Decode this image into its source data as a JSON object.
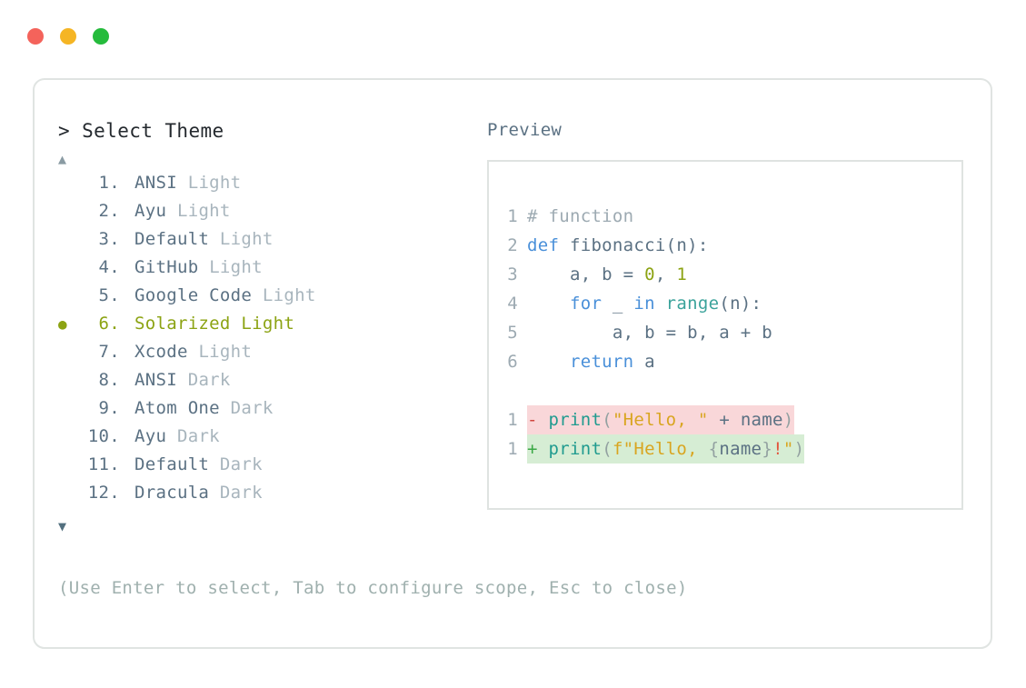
{
  "window": {
    "traffic_lights": [
      {
        "name": "close-button",
        "color": "#f4635b"
      },
      {
        "name": "minimize-button",
        "color": "#f5b524"
      },
      {
        "name": "maximize-button",
        "color": "#25bb3c"
      }
    ]
  },
  "left": {
    "prompt": "> Select Theme",
    "scroll_up_icon": "▲",
    "scroll_down_icon": "▼",
    "selected_index": 6,
    "bullet_glyph": "●",
    "items": [
      {
        "num": "1.",
        "name": "ANSI",
        "variant": "Light",
        "selected": false
      },
      {
        "num": "2.",
        "name": "Ayu",
        "variant": "Light",
        "selected": false
      },
      {
        "num": "3.",
        "name": "Default",
        "variant": "Light",
        "selected": false
      },
      {
        "num": "4.",
        "name": "GitHub",
        "variant": "Light",
        "selected": false
      },
      {
        "num": "5.",
        "name": "Google Code",
        "variant": "Light",
        "selected": false
      },
      {
        "num": "6.",
        "name": "Solarized",
        "variant": "Light",
        "selected": true
      },
      {
        "num": "7.",
        "name": "Xcode",
        "variant": "Light",
        "selected": false
      },
      {
        "num": "8.",
        "name": "ANSI",
        "variant": "Dark",
        "selected": false
      },
      {
        "num": "9.",
        "name": "Atom One",
        "variant": "Dark",
        "selected": false
      },
      {
        "num": "10.",
        "name": "Ayu",
        "variant": "Dark",
        "selected": false
      },
      {
        "num": "11.",
        "name": "Default",
        "variant": "Dark",
        "selected": false
      },
      {
        "num": "12.",
        "name": "Dracula",
        "variant": "Dark",
        "selected": false
      }
    ]
  },
  "right": {
    "label": "Preview",
    "code_lines": [
      {
        "ln": "1",
        "tokens": [
          {
            "t": "# function",
            "c": "t-comment"
          }
        ]
      },
      {
        "ln": "2",
        "tokens": [
          {
            "t": "def ",
            "c": "t-keyword"
          },
          {
            "t": "fibonacci(n):",
            "c": "t-plain"
          }
        ]
      },
      {
        "ln": "3",
        "tokens": [
          {
            "t": "    a, b = ",
            "c": "t-plain"
          },
          {
            "t": "0",
            "c": "t-number"
          },
          {
            "t": ", ",
            "c": "t-plain"
          },
          {
            "t": "1",
            "c": "t-number"
          }
        ]
      },
      {
        "ln": "4",
        "tokens": [
          {
            "t": "    ",
            "c": "t-plain"
          },
          {
            "t": "for",
            "c": "t-keyword"
          },
          {
            "t": " _ ",
            "c": "t-plain"
          },
          {
            "t": "in",
            "c": "t-keyword"
          },
          {
            "t": " ",
            "c": "t-plain"
          },
          {
            "t": "range",
            "c": "t-func"
          },
          {
            "t": "(n):",
            "c": "t-plain"
          }
        ]
      },
      {
        "ln": "5",
        "tokens": [
          {
            "t": "        a, b = b, a + b",
            "c": "t-plain"
          }
        ]
      },
      {
        "ln": "6",
        "tokens": [
          {
            "t": "    ",
            "c": "t-plain"
          },
          {
            "t": "return",
            "c": "t-keyword"
          },
          {
            "t": " a",
            "c": "t-plain"
          }
        ]
      }
    ],
    "diff_lines": [
      {
        "ln": "1",
        "kind": "diff-del",
        "tokens": [
          {
            "t": "- ",
            "c": "t-minus"
          },
          {
            "t": "print",
            "c": "t-print"
          },
          {
            "t": "(",
            "c": "t-punct"
          },
          {
            "t": "\"Hello, \"",
            "c": "t-string"
          },
          {
            "t": " + ",
            "c": "t-plain"
          },
          {
            "t": "name",
            "c": "t-plain"
          },
          {
            "t": ")",
            "c": "t-punct"
          }
        ]
      },
      {
        "ln": "1",
        "kind": "diff-add",
        "tokens": [
          {
            "t": "+ ",
            "c": "t-plus"
          },
          {
            "t": "print",
            "c": "t-print"
          },
          {
            "t": "(",
            "c": "t-punct"
          },
          {
            "t": "f\"Hello, ",
            "c": "t-string"
          },
          {
            "t": "{",
            "c": "t-punct"
          },
          {
            "t": "name",
            "c": "t-plain"
          },
          {
            "t": "}",
            "c": "t-punct"
          },
          {
            "t": "!",
            "c": "t-bang"
          },
          {
            "t": "\"",
            "c": "t-string"
          },
          {
            "t": ")",
            "c": "t-punct"
          }
        ]
      }
    ]
  },
  "footer": {
    "hint": "(Use Enter to select, Tab to configure scope, Esc to close)"
  }
}
